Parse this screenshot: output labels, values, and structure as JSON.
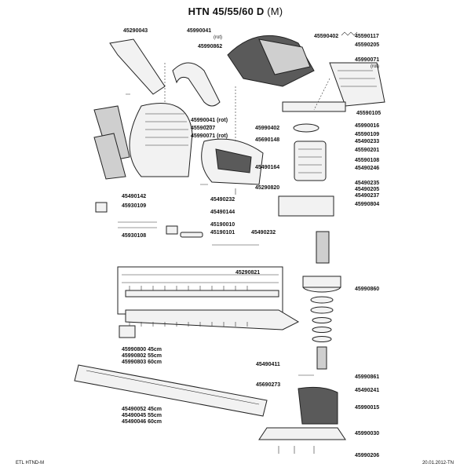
{
  "title": {
    "main": "HTN 45/55/60 D",
    "suffix": "(M)"
  },
  "footer": {
    "left": "ETL HTND-M",
    "right": "20.01.2012-TN"
  },
  "parts": [
    {
      "id": "p45290043",
      "code": "45290043"
    },
    {
      "id": "p45990041a",
      "code": "45990041"
    },
    {
      "id": "p45990862",
      "code": "45990862"
    },
    {
      "id": "p45590402",
      "code": "45590402"
    },
    {
      "id": "p45590117",
      "code": "45590117"
    },
    {
      "id": "p45590205",
      "code": "45590205"
    },
    {
      "id": "p45990071a",
      "code": "45990071"
    },
    {
      "id": "p45590105",
      "code": "45590105"
    },
    {
      "id": "p45990041b",
      "code": "45990041 (rot)"
    },
    {
      "id": "p45590207",
      "code": "45590207"
    },
    {
      "id": "p45990071b",
      "code": "45990071 (rot)"
    },
    {
      "id": "p45990402",
      "code": "45990402"
    },
    {
      "id": "p45990016",
      "code": "45990016"
    },
    {
      "id": "p45590109",
      "code": "45590109"
    },
    {
      "id": "p45490233",
      "code": "45490233"
    },
    {
      "id": "p45690148",
      "code": "45690148"
    },
    {
      "id": "p45590201",
      "code": "45590201"
    },
    {
      "id": "p45590108",
      "code": "45590108"
    },
    {
      "id": "p45490164",
      "code": "45490164"
    },
    {
      "id": "p45490246",
      "code": "45490246"
    },
    {
      "id": "p45490235",
      "code": "45490235"
    },
    {
      "id": "p45290820",
      "code": "45290820"
    },
    {
      "id": "p45490205",
      "code": "45490205"
    },
    {
      "id": "p45490237",
      "code": "45490237"
    },
    {
      "id": "p45490232a",
      "code": "45490232"
    },
    {
      "id": "p45990804",
      "code": "45990804"
    },
    {
      "id": "p45490142",
      "code": "45490142"
    },
    {
      "id": "p45930109",
      "code": "45930109"
    },
    {
      "id": "p45490144",
      "code": "45490144"
    },
    {
      "id": "p45190010",
      "code": "45190010"
    },
    {
      "id": "p45190101",
      "code": "45190101"
    },
    {
      "id": "p45490232b",
      "code": "45490232"
    },
    {
      "id": "p45930108",
      "code": "45930108"
    },
    {
      "id": "p45290821",
      "code": "45290821"
    },
    {
      "id": "p45990860",
      "code": "45990860"
    },
    {
      "id": "p45490411",
      "code": "45490411"
    },
    {
      "id": "p45990861",
      "code": "45990861"
    },
    {
      "id": "p45690273",
      "code": "45690273"
    },
    {
      "id": "p45490241",
      "code": "45490241"
    },
    {
      "id": "p45990015",
      "code": "45990015"
    },
    {
      "id": "p45990030",
      "code": "45990030"
    },
    {
      "id": "p45990206",
      "code": "45990206"
    }
  ],
  "rot_notes": {
    "n45990041": "(rot)",
    "n45990071": "(rot)"
  },
  "variant_groups": {
    "blades": [
      {
        "code": "45990800",
        "size": "45cm"
      },
      {
        "code": "45990802",
        "size": "55cm"
      },
      {
        "code": "45990803",
        "size": "60cm"
      }
    ],
    "guards": [
      {
        "code": "45490052",
        "size": "45cm"
      },
      {
        "code": "45490045",
        "size": "55cm"
      },
      {
        "code": "45490046",
        "size": "60cm"
      }
    ]
  }
}
